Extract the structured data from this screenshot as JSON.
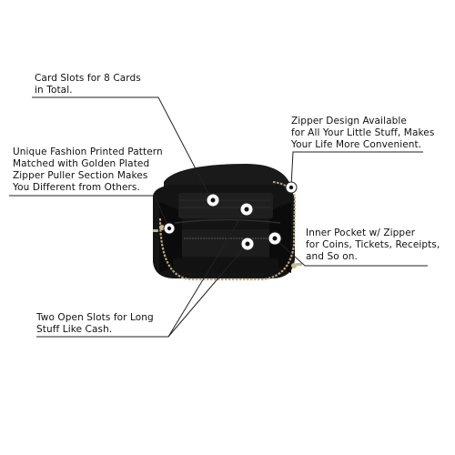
{
  "callouts": {
    "card_slots": "Card Slots for 8 Cards\nin Total.",
    "zipper_design": "Zipper Design Available\nfor All Your Little Stuff, Makes\nYour Life More Convenient.",
    "fashion_pattern": "Unique Fashion Printed Pattern\nMatched with Golden Plated\nZipper Puller Section Makes\nYou Different from Others.",
    "inner_pocket": "Inner Pocket w/ Zipper\nfor Coins, Tickets, Receipts,\nand So on.",
    "open_slots": "Two Open Slots for Long\nStuff Like Cash."
  },
  "colors": {
    "wallet": "#1a1a1a",
    "wallet_interior": "#0f0f0f",
    "zipper": "#b9a77a",
    "line": "#222222",
    "marker_ring": "#ffffff"
  }
}
